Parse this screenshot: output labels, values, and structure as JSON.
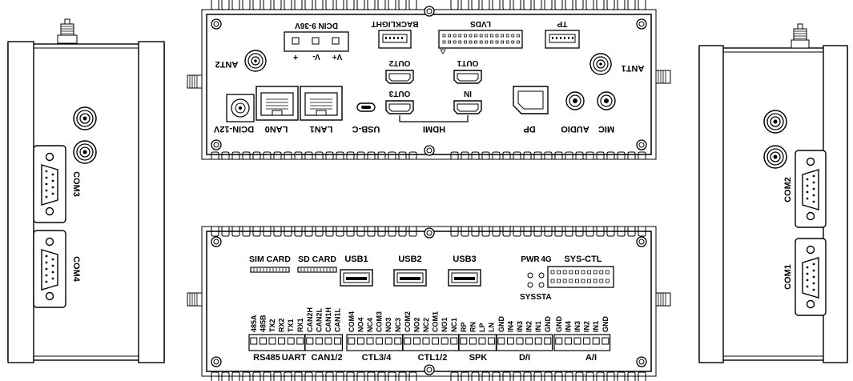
{
  "top_panel": {
    "upper_labels": {
      "dcin_936": "DCIN 9-36V",
      "backlight": "BACKLIGHT",
      "lvds": "LVDS",
      "tp": "TP",
      "plus": "+",
      "v_minus": "V-",
      "v_plus": "V+"
    },
    "ant2": "ANT2",
    "ant1": "ANT1",
    "out2": "OUT2",
    "out1": "OUT1",
    "out3": "OUT3",
    "in": "IN",
    "bottom_labels": {
      "dcin_12v": "DCIN-12V",
      "lan0": "LAN0",
      "lan1": "LAN1",
      "usbc": "USB-C",
      "hdmi": "HDMI",
      "dp": "DP",
      "audio": "AUDIO",
      "mic": "MIC"
    }
  },
  "bottom_panel": {
    "top_labels": {
      "sim_card": "SIM CARD",
      "sd_card": "SD CARD",
      "usb1": "USB1",
      "usb2": "USB2",
      "usb3": "USB3",
      "pwr": "PWR",
      "g4": "4G",
      "sys_ctl": "SYS-CTL",
      "sys": "SYS",
      "sta": "STA"
    },
    "pins": [
      "485A",
      "485B",
      "TX2",
      "RX2",
      "TX1",
      "RX1",
      "CAN2H",
      "CAN2L",
      "CAN1H",
      "CAN1L",
      "COM4",
      "NO4",
      "NC4",
      "COM3",
      "NO3",
      "NC3",
      "COM2",
      "NO2",
      "NC2",
      "COM1",
      "NO1",
      "NC1",
      "RP",
      "RN",
      "LP",
      "LN",
      "GND",
      "IN4",
      "IN3",
      "IN2",
      "IN1",
      "GND",
      "GND",
      "IN4",
      "IN3",
      "IN2",
      "IN1",
      "GND"
    ],
    "groups": {
      "rs485": "RS485",
      "uart": "UART",
      "can": "CAN1/2",
      "ctl34": "CTL3/4",
      "ctl12": "CTL1/2",
      "spk": "SPK",
      "di": "D/I",
      "ai": "A/I"
    }
  },
  "left_side": {
    "com3": "COM3",
    "com4": "COM4"
  },
  "right_side": {
    "com2": "COM2",
    "com1": "COM1"
  }
}
